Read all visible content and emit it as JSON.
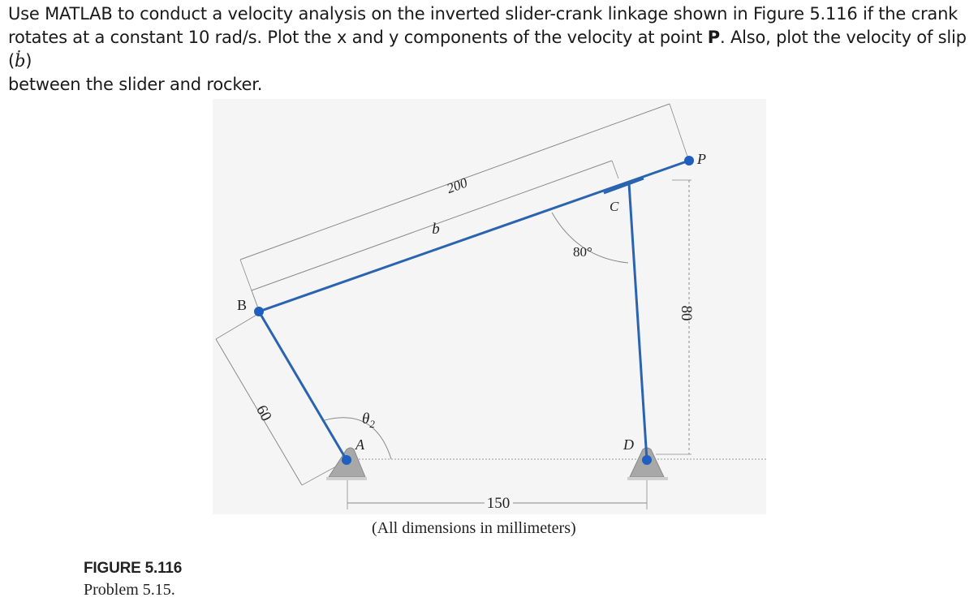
{
  "problem": {
    "line1": "Use MATLAB to conduct a velocity analysis on the inverted slider-crank linkage shown in Figure 5.116 if the crank",
    "line2_prefix": "rotates at a constant 10 rad/s. Plot the x and y components of the velocity at point ",
    "point_label": "P",
    "line2_suffix": ". Also, plot the velocity of slip (",
    "slip_symbol": "ḃ",
    "line2_end": ")",
    "line3": "between the slider and rocker."
  },
  "figure": {
    "point_labels": {
      "A": "A",
      "B": "B",
      "C": "C",
      "D": "D",
      "P": "P"
    },
    "dimensions": {
      "coupler_total": "200",
      "slider_b": "b",
      "angle": "80°",
      "vertical": "80",
      "crank": "60",
      "ground": "150",
      "theta": "θ",
      "theta_sub": "2"
    },
    "units_note": "(All dimensions in millimeters)",
    "colors": {
      "link": "#2a64b0",
      "joint": "#1f5fbf",
      "ground_support": "#9a9a9a",
      "dim_line": "#8a8a8a",
      "background": "#f4f4f4"
    }
  },
  "caption": {
    "figure_label": "FIGURE 5.116",
    "problem_label": "Problem 5.15."
  }
}
